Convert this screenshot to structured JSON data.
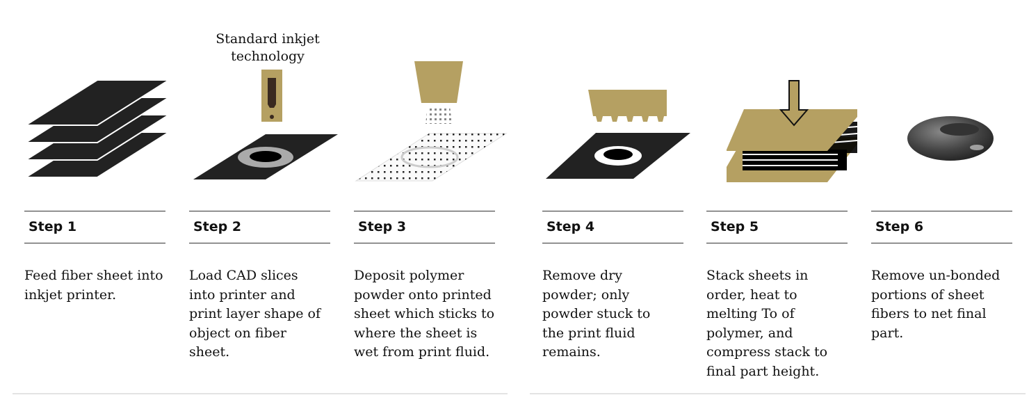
{
  "inkjet_label": "Standard inkjet technology",
  "colors": {
    "gold": "#b5a062",
    "sheet": "#222222",
    "rule": "#333333"
  },
  "steps": [
    {
      "title": "Step 1",
      "description": "Feed fiber sheet into inkjet printer."
    },
    {
      "title": "Step 2",
      "description": "Load CAD slices into printer and print layer shape of object on fiber sheet."
    },
    {
      "title": "Step 3",
      "description": "Deposit polymer powder onto printed sheet which sticks to where the sheet is wet from print fluid."
    },
    {
      "title": "Step 4",
      "description": "Remove dry powder; only powder stuck to the print fluid remains."
    },
    {
      "title": "Step 5",
      "description": "Stack sheets in order, heat to melting To of polymer, and compress stack to final part height."
    },
    {
      "title": "Step 6",
      "description": "Remove un-bonded portions of sheet fibers to net final part."
    }
  ]
}
